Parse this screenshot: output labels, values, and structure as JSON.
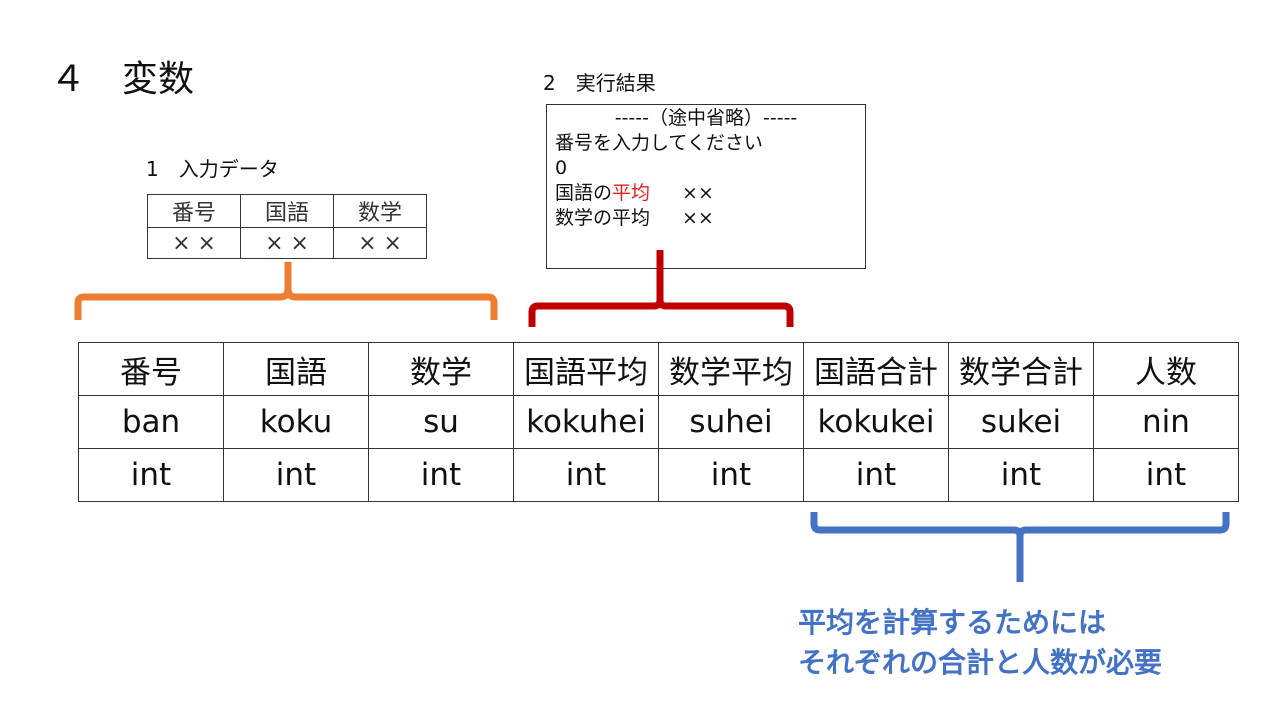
{
  "title": "４　変数",
  "input_section": {
    "heading": "1　入力データ",
    "headers": [
      "番号",
      "国語",
      "数学"
    ],
    "values": [
      "× ×",
      "× ×",
      "× ×"
    ]
  },
  "result_section": {
    "heading": "2　実行結果",
    "line1": "-----（途中省略）-----",
    "line2": "番号を入力してください",
    "line3": "0",
    "line4_prefix": "国語の",
    "line4_highlight": "平均",
    "line4_value": "××",
    "line5_label": "数学の平均",
    "line5_value": "××"
  },
  "variables": {
    "labels": [
      "番号",
      "国語",
      "数学",
      "国語平均",
      "数学平均",
      "国語合計",
      "数学合計",
      "人数"
    ],
    "names": [
      "ban",
      "koku",
      "su",
      "kokuhei",
      "suhei",
      "kokukei",
      "sukei",
      "nin"
    ],
    "types": [
      "int",
      "int",
      "int",
      "int",
      "int",
      "int",
      "int",
      "int"
    ]
  },
  "note": {
    "line1": "平均を計算するためには",
    "line2": "それぞれの合計と人数が必要"
  },
  "colors": {
    "bracket_input": "#ed7d31",
    "bracket_result": "#c00000",
    "bracket_note": "#4472c4",
    "highlight": "#e0201c"
  }
}
